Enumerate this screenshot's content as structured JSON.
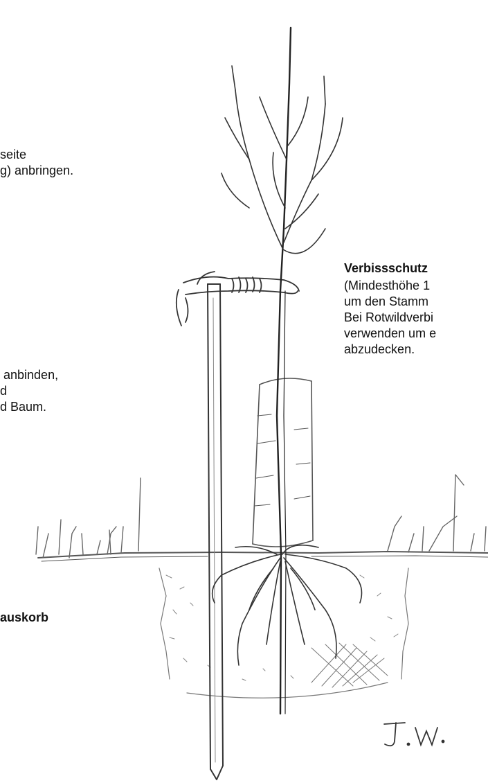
{
  "annotations": {
    "top_left": [
      "seite",
      "g) anbringen."
    ],
    "middle_left": [
      " anbinden,",
      "d",
      "d Baum."
    ],
    "bottom_left": "auskorb",
    "right_title": "Verbissschutz",
    "right_body": [
      "(Mindesthöhe 1",
      "um den Stamm",
      "Bei Rotwildverbi",
      "verwenden um e",
      "abzudecken."
    ]
  },
  "signature": "J.W."
}
